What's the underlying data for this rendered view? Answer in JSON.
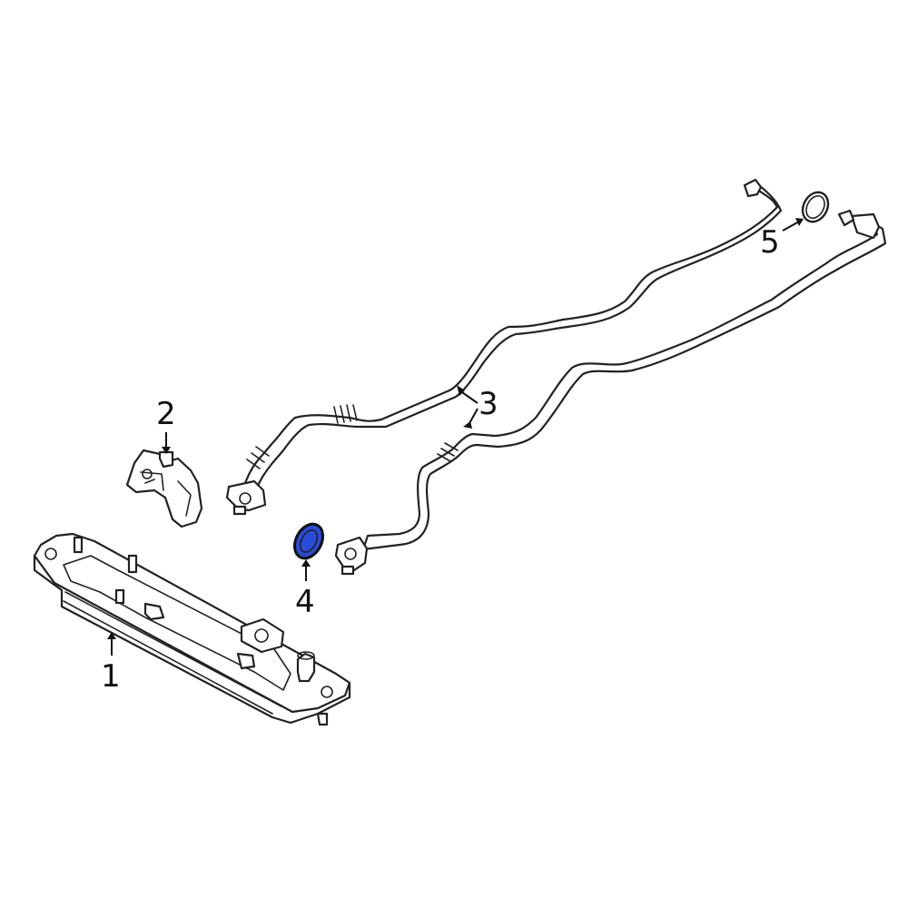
{
  "colors": {
    "background": "#ffffff",
    "line": "#222222",
    "highlight_fill": "#2a4bd8",
    "highlight_stroke": "#111111"
  },
  "callouts": [
    {
      "number": "1",
      "part": "oil-cooler"
    },
    {
      "number": "2",
      "part": "bracket"
    },
    {
      "number": "3",
      "part": "cooler-lines"
    },
    {
      "number": "4",
      "part": "seal"
    },
    {
      "number": "5",
      "part": "o-ring"
    }
  ],
  "highlighted_part": "4"
}
